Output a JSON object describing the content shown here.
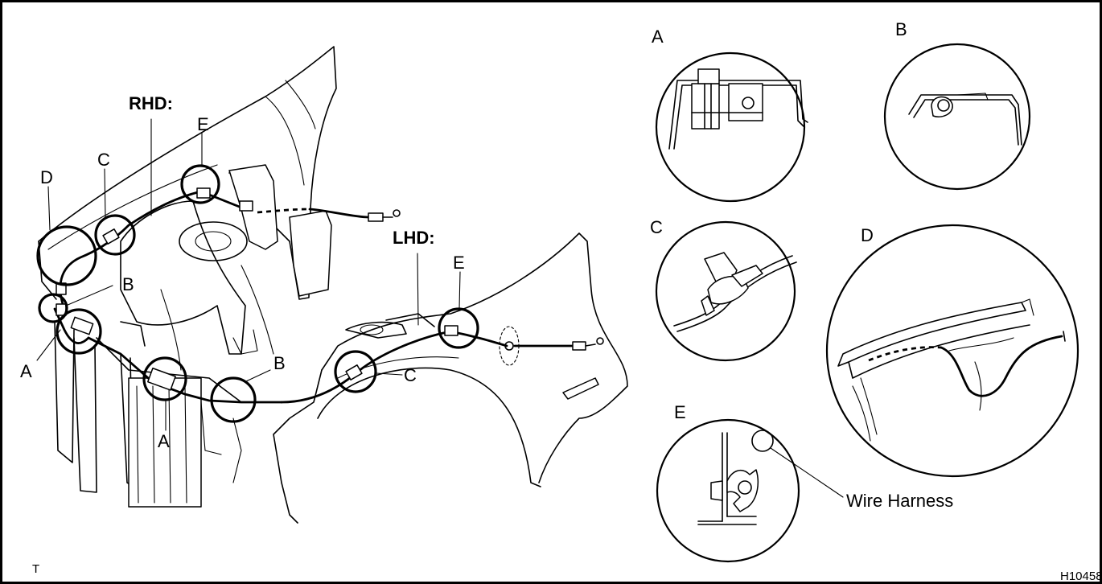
{
  "main_view": {
    "rhd_label": "RHD:",
    "lhd_label": "LHD:",
    "rhd_callouts": {
      "e": "E",
      "c": "C",
      "d": "D",
      "b": "B",
      "a": "A"
    },
    "lhd_callouts": {
      "e": "E",
      "c": "C",
      "b": "B",
      "a": "A"
    }
  },
  "details": {
    "a": {
      "label": "A"
    },
    "b": {
      "label": "B"
    },
    "c": {
      "label": "C"
    },
    "d": {
      "label": "D"
    },
    "e": {
      "label": "E",
      "wire_harness_label": "Wire Harness"
    }
  },
  "corner_marks": {
    "bottom_left": "T",
    "figure_code": "H10458"
  }
}
